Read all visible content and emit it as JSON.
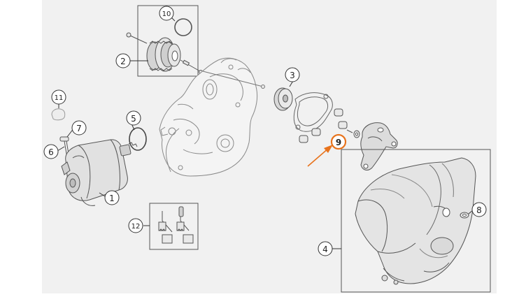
{
  "diagram": {
    "callouts": [
      {
        "id": "c1",
        "label": "1"
      },
      {
        "id": "c2",
        "label": "2"
      },
      {
        "id": "c3",
        "label": "3"
      },
      {
        "id": "c4",
        "label": "4"
      },
      {
        "id": "c5",
        "label": "5"
      },
      {
        "id": "c6",
        "label": "6"
      },
      {
        "id": "c7",
        "label": "7"
      },
      {
        "id": "c8",
        "label": "8"
      },
      {
        "id": "c9",
        "label": "9",
        "highlighted": true
      },
      {
        "id": "c10",
        "label": "10"
      },
      {
        "id": "c11",
        "label": "11"
      },
      {
        "id": "c12",
        "label": "12"
      }
    ],
    "colors": {
      "background": "#f1f1f1",
      "page": "#ffffff",
      "line": "#555555",
      "part_fill": "#e6e6e6",
      "part_shade": "#cfcfcf",
      "highlight": "#e8731c"
    }
  }
}
